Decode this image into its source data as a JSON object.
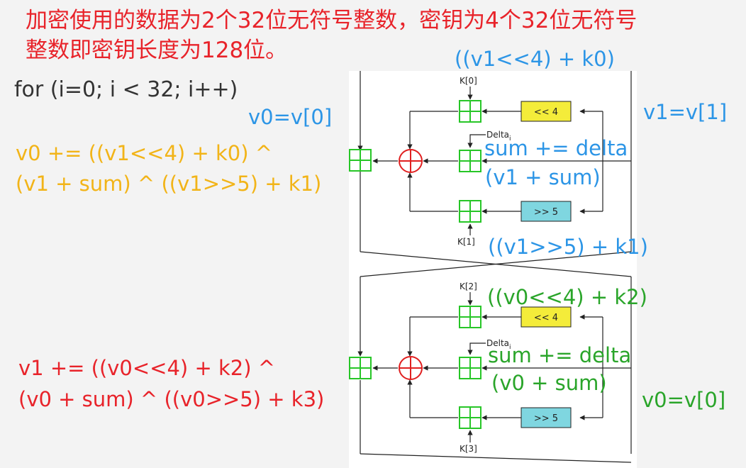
{
  "header": {
    "line1": "加密使用的数据为2个32位无符号整数，密钥为4个32位无符号",
    "line2": "整数即密钥长度为128位。"
  },
  "loop_text": "for (i=0; i < 32; i++)",
  "round1": {
    "v0_label": "v0=v[0]",
    "v1_label": "v1=v[1]",
    "shift_left_expr": "((v1<<4) + k0)",
    "sum_expr": "sum += delta",
    "v_sum_expr": "(v1 + sum)",
    "shift_right_expr": "((v1>>5) + k1)",
    "formula_line1": "v0 += ((v1<<4) + k0) ^",
    "formula_line2": "(v1 + sum) ^ ((v1>>5) + k1)"
  },
  "round2": {
    "v0_label": "v0=v[0]",
    "shift_left_expr": "((v0<<4) + k2)",
    "sum_expr": "sum += delta",
    "v_sum_expr": "(v0 + sum)",
    "formula_line1": "v1 += ((v0<<4) + k2) ^",
    "formula_line2": "(v0 + sum) ^ ((v0>>5) + k3)"
  },
  "diagram": {
    "k0": "K[0]",
    "k1": "K[1]",
    "k2": "K[2]",
    "k3": "K[3]",
    "delta": "Delta",
    "delta_sub": "i",
    "shl4": "<< 4",
    "shr5": ">> 5"
  },
  "colors": {
    "red": "#e8232a",
    "blue": "#2c95e6",
    "orange": "#f2b418",
    "green": "#2aa52a",
    "dark": "#333333",
    "adder_green": "#27c627",
    "xor_red": "#e02020",
    "shl_box": "#f4ec3a",
    "shr_box": "#7fd6e0"
  }
}
